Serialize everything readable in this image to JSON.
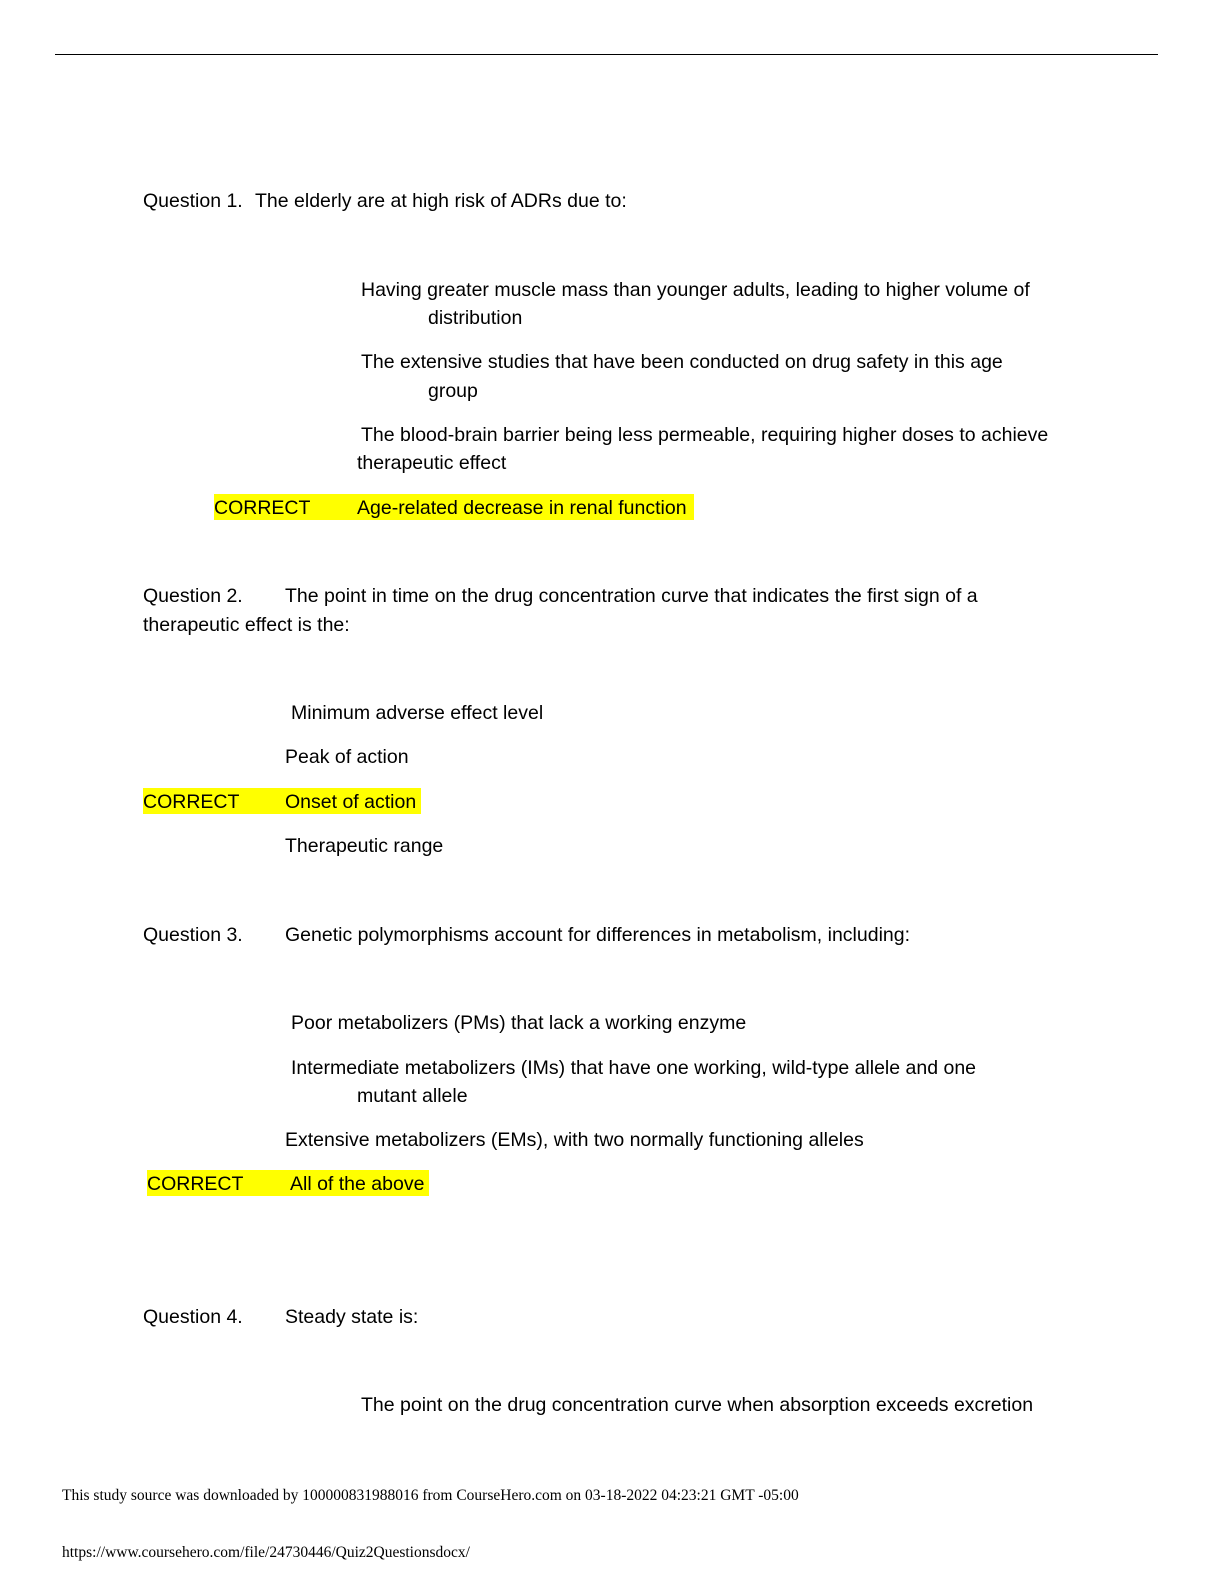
{
  "questions": [
    {
      "label": "Question 1.",
      "stem": "The elderly are at high risk of ADRs due to:",
      "options": [
        {
          "line1": "Having greater muscle mass than younger adults, leading to higher volume of",
          "line2": "distribution"
        },
        {
          "line1": "The extensive studies that have been conducted on drug safety in this age",
          "line2": "group"
        },
        {
          "line1": "The blood-brain barrier being less permeable, requiring higher doses to achieve",
          "line2": "therapeutic effect"
        }
      ],
      "correct_tag": "CORRECT",
      "correct_answer": "Age-related decrease in renal function"
    },
    {
      "label": "Question 2.",
      "stem_line1": "The point in time on the drug concentration curve that indicates the first sign of a",
      "stem_line2": "therapeutic effect is the:",
      "options": [
        "Minimum adverse effect level",
        "Peak of action"
      ],
      "correct_tag": "CORRECT",
      "correct_answer": "Onset of action",
      "after_correct": [
        "Therapeutic range"
      ]
    },
    {
      "label": "Question 3.",
      "stem": "Genetic polymorphisms account for differences in metabolism, including:",
      "options": [
        {
          "line1": "Poor metabolizers (PMs) that lack a working enzyme"
        },
        {
          "line1": "Intermediate metabolizers (IMs) that have one working, wild-type allele and one",
          "line2": "mutant allele"
        },
        {
          "line1": "Extensive metabolizers (EMs), with two normally functioning alleles"
        }
      ],
      "correct_tag": "CORRECT",
      "correct_answer": "All of the above"
    },
    {
      "label": "Question 4.",
      "stem": "Steady state is:",
      "options": [
        "The point on the drug concentration curve when absorption exceeds excretion"
      ]
    }
  ],
  "footer": {
    "source_line": "This study source was downloaded by 100000831988016 from CourseHero.com on 03-18-2022 04:23:21 GMT -05:00",
    "url": "https://www.coursehero.com/file/24730446/Quiz2Questionsdocx/"
  },
  "colors": {
    "highlight": "#ffff00",
    "text": "#000000"
  }
}
